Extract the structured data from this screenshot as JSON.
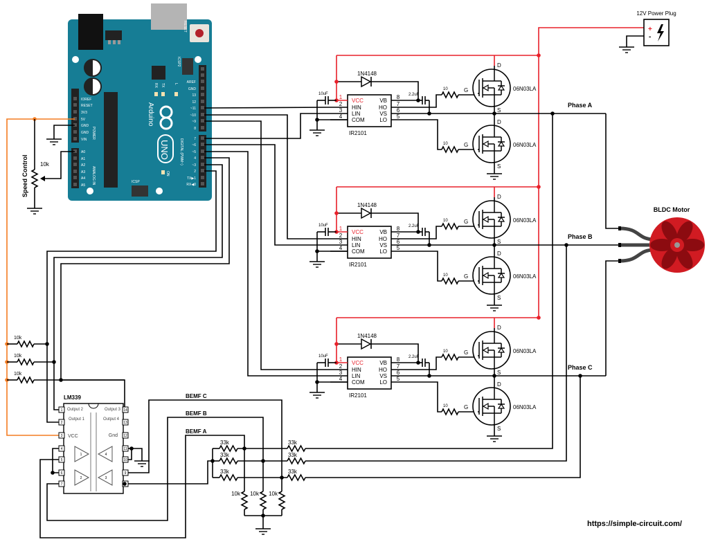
{
  "url": "https://simple-circuit.com/",
  "power_plug": {
    "label": "12V Power Plug",
    "plus": "+",
    "minus": "-"
  },
  "motor": {
    "label": "BLDC Motor"
  },
  "speed_control": {
    "label": "Speed Control",
    "resistance": "10k"
  },
  "arduino": {
    "brand": "Arduino",
    "board": "UNO",
    "reset": "RESET",
    "icsp": "ICSP",
    "icsp2": "ICSP2",
    "power_label": "POWER",
    "analog_label": "ANALOG IN",
    "digital_label": "DIGITAL (PWM~)",
    "leds": [
      "RX",
      "TX",
      "L",
      "ON"
    ],
    "left_pins": [
      "IOREF",
      "RESET",
      "3V3",
      "5V",
      "GND",
      "GND",
      "VIN"
    ],
    "analog_pins": [
      "A0",
      "A1",
      "A2",
      "A3",
      "A4",
      "A5"
    ],
    "right_pins_top": [
      "AREF",
      "GND",
      "13",
      "12",
      "~11",
      "~10",
      "~9",
      "8"
    ],
    "right_pins_bottom": [
      "7",
      "~6",
      "~5",
      "4",
      "~3",
      "2",
      "TX▶1",
      "RX◀0"
    ]
  },
  "driver": {
    "ic": "IR2101",
    "diode": "1N4148",
    "input_cap": "10uF",
    "bootstrap_cap": "2.2uF",
    "gate_resistor": "10",
    "mosfet": "06N03LA",
    "drain": "D",
    "source": "S",
    "gate": "G",
    "left_pins": [
      {
        "num": "1",
        "name": "VCC"
      },
      {
        "num": "2",
        "name": "HIN"
      },
      {
        "num": "3",
        "name": "LIN"
      },
      {
        "num": "4",
        "name": "COM"
      }
    ],
    "right_pins": [
      {
        "num": "8",
        "name": "VB"
      },
      {
        "num": "7",
        "name": "HO"
      },
      {
        "num": "6",
        "name": "VS"
      },
      {
        "num": "5",
        "name": "LO"
      }
    ]
  },
  "phases": [
    "Phase A",
    "Phase B",
    "Phase C"
  ],
  "comparator": {
    "ic": "LM339",
    "pins_left": [
      "1",
      "2",
      "3",
      "4",
      "5",
      "6",
      "7"
    ],
    "pins_right": [
      "14",
      "13",
      "12",
      "11",
      "10",
      "9",
      "8"
    ],
    "output1": "Output 1",
    "output2": "Output 2",
    "output3": "Output 3",
    "output4": "Output 4",
    "vcc": "VCC",
    "gnd": "Gnd",
    "units": [
      "1",
      "2",
      "3",
      "4"
    ]
  },
  "pullups": [
    "10k",
    "10k",
    "10k"
  ],
  "bemf": {
    "labels": [
      "BEMF C",
      "BEMF B",
      "BEMF A"
    ],
    "series_left": [
      "33k",
      "33k",
      "33k"
    ],
    "series_right": [
      "33k",
      "33k",
      "33k"
    ],
    "dividers": [
      "10k",
      "10k",
      "10k"
    ]
  },
  "colors": {
    "supply_12v": "#e8202a",
    "supply_5v": "#f47b20",
    "board": "#167d95",
    "motor": "#d11b22",
    "motor_dark": "#8c0b10",
    "wire": "#000000"
  }
}
